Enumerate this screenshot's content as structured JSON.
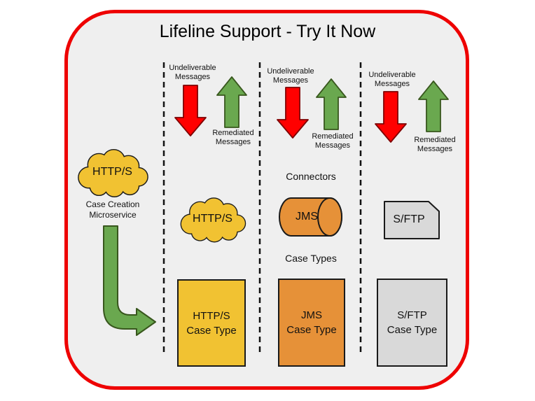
{
  "title": "Lifeline Support - Try It Now",
  "left_panel": {
    "cloud_label": "HTTP/S",
    "caption": "Case Creation\nMicroservice"
  },
  "section_labels": {
    "connectors": "Connectors",
    "case_types": "Case Types"
  },
  "columns": [
    {
      "name": "HTTP/S",
      "undeliverable_label": "Undeliverable\nMessages",
      "remediated_label": "Remediated\nMessages",
      "connector_shape": "cloud",
      "connector_label": "HTTP/S",
      "case_type_label": "HTTP/S\nCase Type"
    },
    {
      "name": "JMS",
      "undeliverable_label": "Undeliverable\nMessages",
      "remediated_label": "Remediated\nMessages",
      "connector_shape": "cylinder",
      "connector_label": "JMS",
      "case_type_label": "JMS\nCase Type"
    },
    {
      "name": "S/FTP",
      "undeliverable_label": "Undeliverable\nMessages",
      "remediated_label": "Remediated\nMessages",
      "connector_shape": "document",
      "connector_label": "S/FTP",
      "case_type_label": "S/FTP\nCase Type"
    }
  ],
  "colors": {
    "frame_border": "#ee0000",
    "frame_background": "#efefef",
    "undeliverable_arrow": "#ff0000",
    "remediated_arrow": "#6aa84f",
    "flow_arrow": "#6aa84f",
    "https_fill": "#f1c232",
    "jms_fill": "#e69138",
    "sftp_fill": "#d9d9d9",
    "outline": "#1a1a1a"
  }
}
